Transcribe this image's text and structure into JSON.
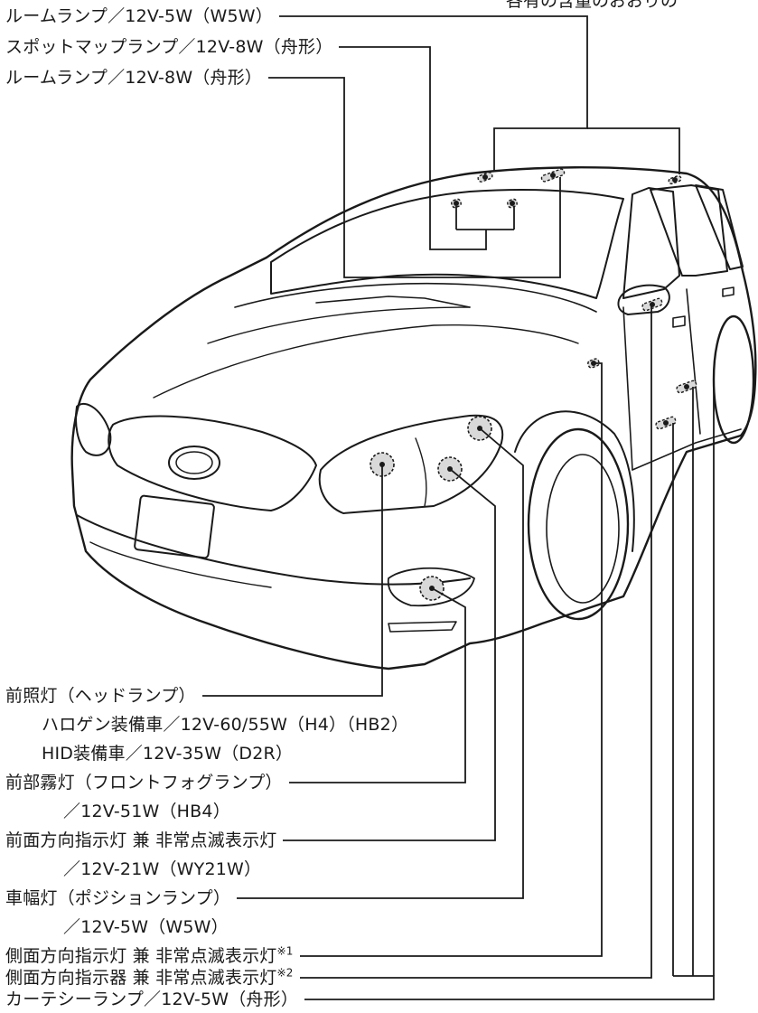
{
  "header_fragment": "各有の含量のおおりの",
  "labels": [
    {
      "text": "ルームランプ／12V-5W（W5W）"
    },
    {
      "text": "スポットマップランプ／12V-8W（舟形）"
    },
    {
      "text": "ルームランプ／12V-8W（舟形）"
    },
    {
      "text": "前照灯（ヘッドランプ）",
      "sub": [
        "ハロゲン装備車／12V-60/55W（H4）（HB2）",
        "HID装備車／12V-35W（D2R）"
      ]
    },
    {
      "text": "前部霧灯（フロントフォグランプ）",
      "sub": [
        "／12V-51W（HB4）"
      ]
    },
    {
      "text": "前面方向指示灯 兼 非常点滅表示灯",
      "sub": [
        "／12V-21W（WY21W）"
      ]
    },
    {
      "text": "車幅灯（ポジションランプ）",
      "sub": [
        "／12V-5W（W5W）"
      ]
    },
    {
      "text": "側面方向指示灯 兼 非常点滅表示灯",
      "note": "※1"
    },
    {
      "text": "側面方向指示器 兼 非常点滅表示灯",
      "note": "※2"
    },
    {
      "text": "カーテシーランプ／12V-5W（舟形）"
    }
  ]
}
